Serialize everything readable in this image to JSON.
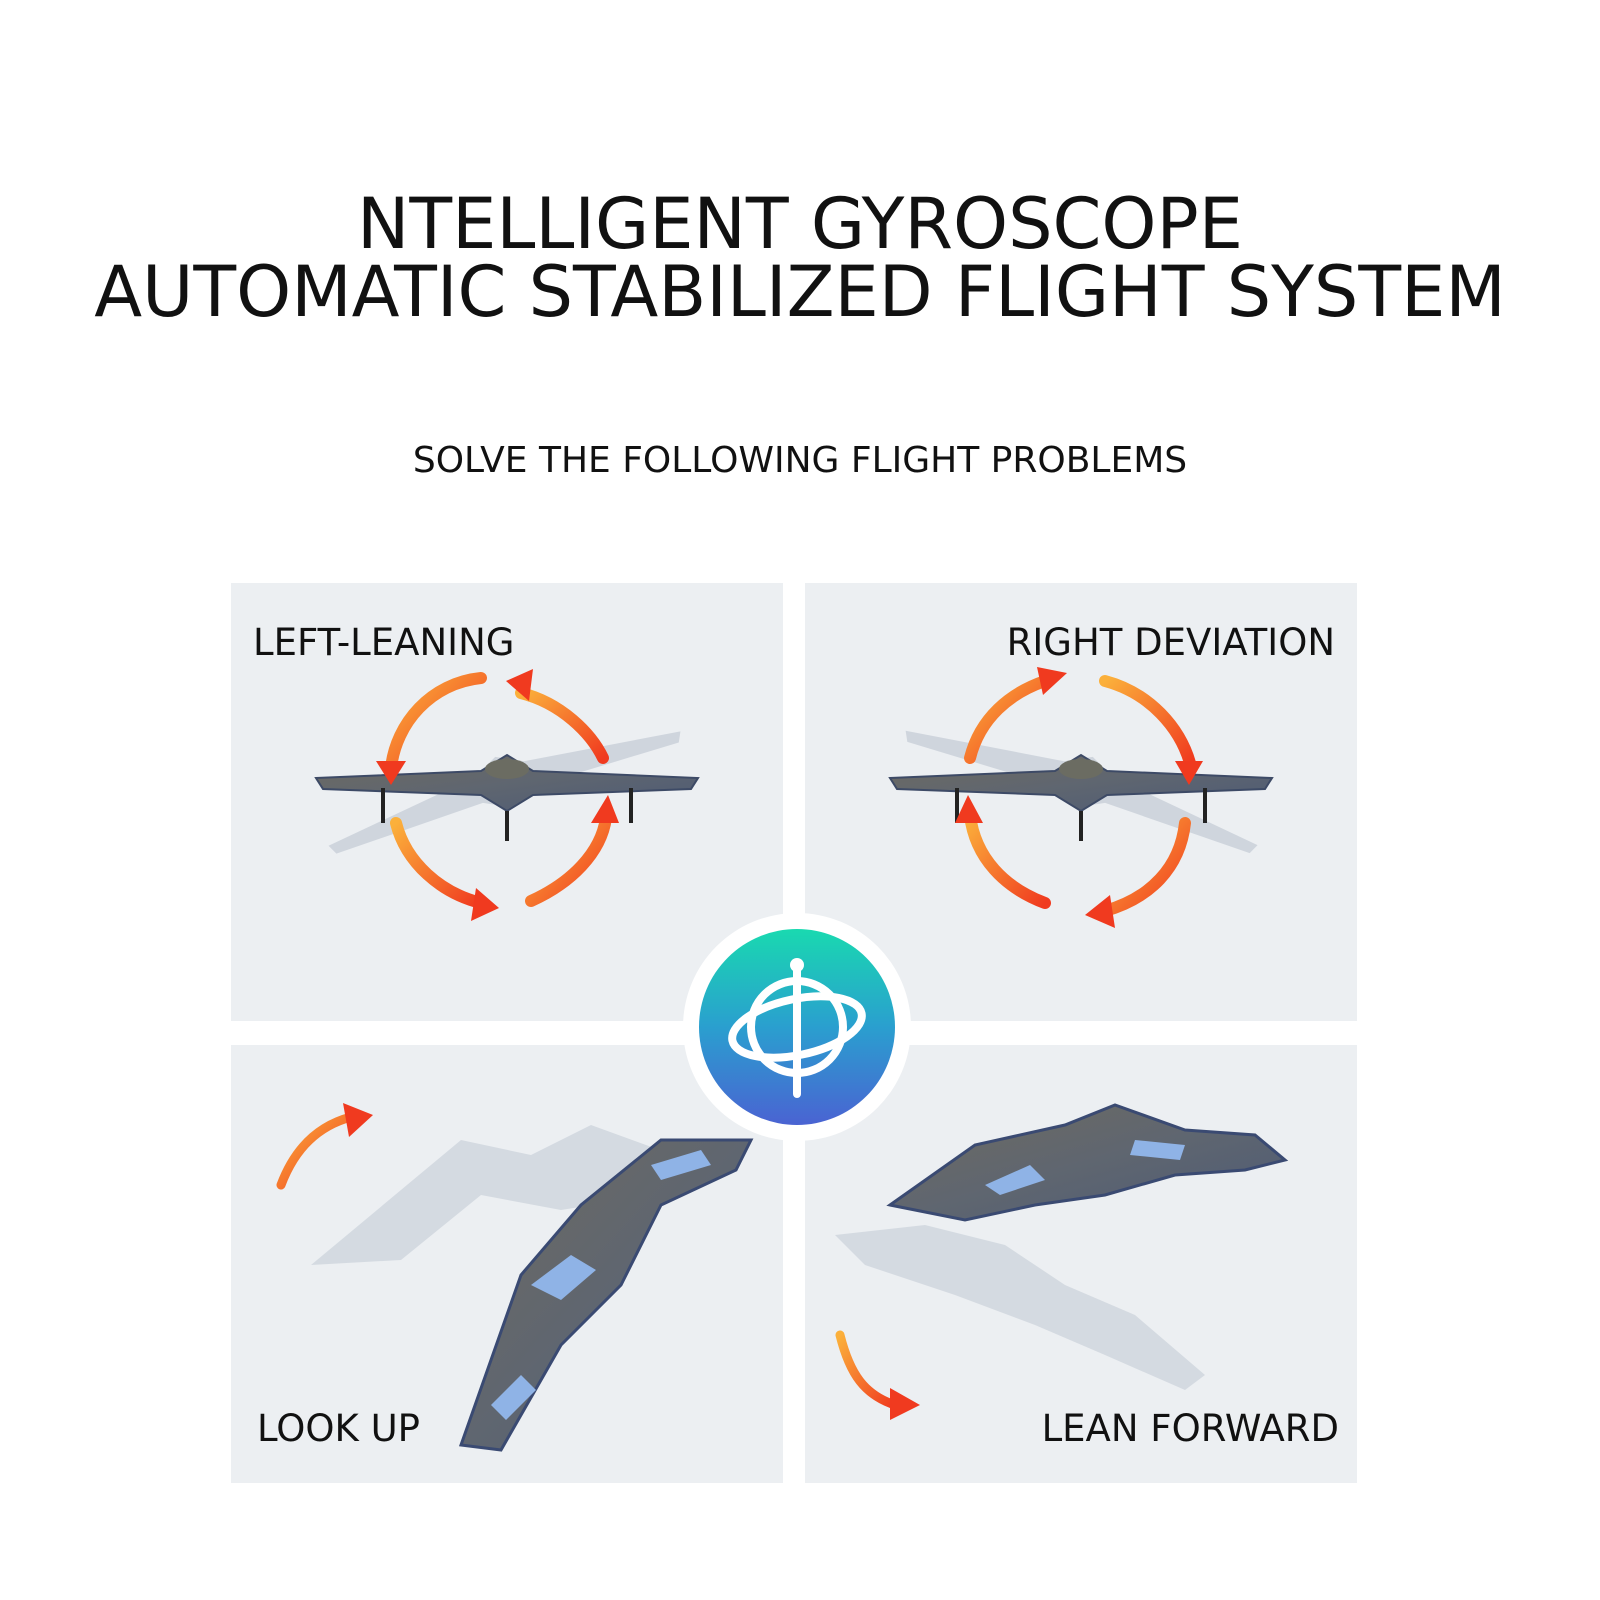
{
  "headline": {
    "line1": "NTELLIGENT GYROSCOPE",
    "line2": "AUTOMATIC STABILIZED FLIGHT SYSTEM"
  },
  "subheading": "SOLVE THE FOLLOWING FLIGHT PROBLEMS",
  "panels": {
    "top_left": "LEFT-LEANING",
    "top_right": "RIGHT DEVIATION",
    "bottom_left": "LOOK UP",
    "bottom_right": "LEAN FORWARD"
  },
  "colors": {
    "panel_bg": "#eceff2",
    "arrow_orange": "#f77b1d",
    "arrow_red": "#f03a1f",
    "hub_top": "#19d9b0",
    "hub_bottom": "#4a63d2"
  },
  "icons": {
    "hub": "gyroscope-icon"
  }
}
